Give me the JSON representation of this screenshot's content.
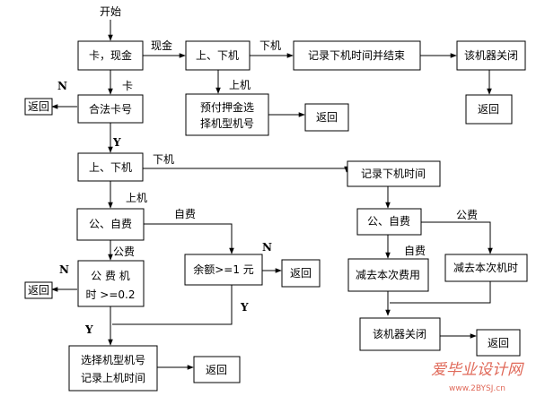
{
  "start": "开始",
  "nodes": {
    "card_or_cash": "卡，现金",
    "onoff1": "上、下机",
    "record_end": "记录下机时间并结束",
    "close1": "该机器关闭",
    "prepay_l1": "预付押金选",
    "prepay_l2": "择机型机号",
    "return_prepay": "返回",
    "return_close1": "返回",
    "valid_card": "合法卡号",
    "return_valid": "返回",
    "onoff2": "上、下机",
    "record_off": "记录下机时间",
    "pub_self1": "公、自费",
    "pub_self2": "公、自费",
    "balance": "余额>=1 元",
    "return_balance": "返回",
    "pub_l1": "公 费 机",
    "pub_l2": "时  >=0.2",
    "return_pub": "返回",
    "sub_fee": "减去本次费用",
    "sub_time": "减去本次机时",
    "close2": "该机器关闭",
    "return_close2": "返回",
    "select_l1": "选择机型机号",
    "select_l2": "记录上机时间",
    "return_select": "返回"
  },
  "labels": {
    "cash": "现金",
    "off1": "下机",
    "on1": "上机",
    "card": "卡",
    "n1": "N",
    "y1": "Y",
    "off2": "下机",
    "on2": "上机",
    "self1": "自费",
    "pub1": "公费",
    "n2": "N",
    "y2": "Y",
    "n3": "N",
    "y3": "Y",
    "pub2": "公费",
    "self2": "自费"
  },
  "watermark": {
    "text": "爱毕业设计网",
    "url": "www.2BYSJ.cn"
  }
}
